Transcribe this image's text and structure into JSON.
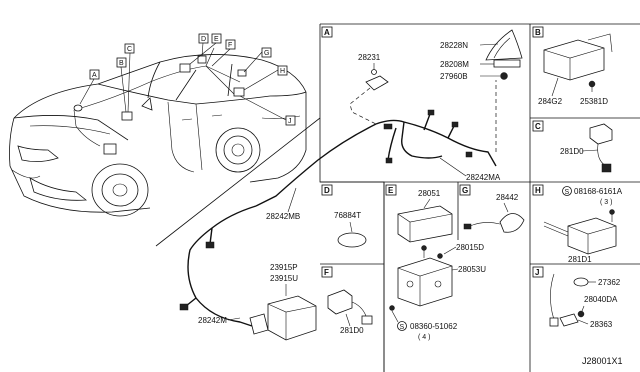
{
  "diagram_id": "J28001X1",
  "callouts": {
    "A": "A",
    "B": "B",
    "C": "C",
    "D": "D",
    "E": "E",
    "F": "F",
    "G": "G",
    "H": "H",
    "J": "J"
  },
  "panels": {
    "A": {
      "letter": "A",
      "parts": {
        "p28231": "28231",
        "p28228N": "28228N",
        "p28208M": "28208M",
        "p27960B": "27960B",
        "p28242MA": "28242MA",
        "p28242MB": "28242MB",
        "p28242M": "28242M",
        "p23915P": "23915P",
        "p23915U": "23915U"
      }
    },
    "B": {
      "letter": "B",
      "parts": {
        "p284G2": "284G2",
        "p25381D": "25381D"
      }
    },
    "C": {
      "letter": "C",
      "parts": {
        "p281D0": "281D0"
      }
    },
    "D": {
      "letter": "D",
      "parts": {
        "p76884T": "76884T"
      }
    },
    "E": {
      "letter": "E",
      "parts": {
        "p28051": "28051",
        "p28015D": "28015D",
        "p28053U": "28053U",
        "bolt": "08360-51062",
        "bolt_qty": "( 4 )"
      }
    },
    "F": {
      "letter": "F",
      "parts": {
        "p281D0": "281D0"
      }
    },
    "G": {
      "letter": "G",
      "parts": {
        "p28442": "28442"
      }
    },
    "H": {
      "letter": "H",
      "parts": {
        "bolt": "08168-6161A",
        "bolt_qty": "( 3 )",
        "p281D1": "281D1"
      }
    },
    "J": {
      "letter": "J",
      "parts": {
        "p27362": "27362",
        "p28040DA": "28040DA",
        "p28363": "28363"
      }
    }
  }
}
